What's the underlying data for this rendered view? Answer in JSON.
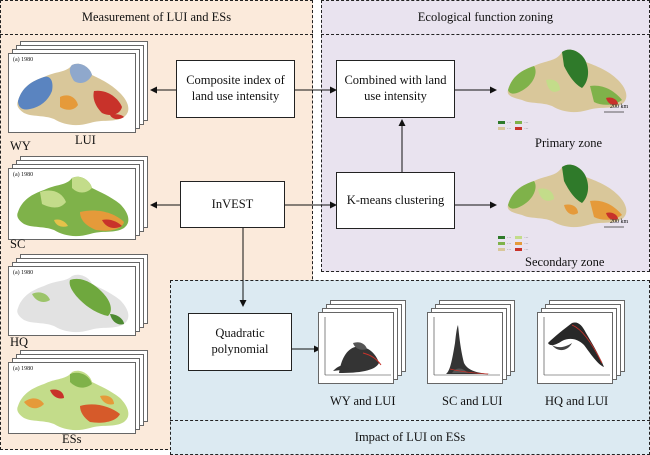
{
  "panels": {
    "left_title": "Measurement of LUI and ESs",
    "right_title": "Ecological function zoning",
    "bottom_title": "Impact of LUI on ESs"
  },
  "boxes": {
    "composite": "Composite index of land use intensity",
    "invest": "InVEST",
    "combined": "Combined with land use intensity",
    "kmeans": "K-means clustering",
    "quadratic": "Quadratic polynomial"
  },
  "labels": {
    "lui": "LUI",
    "wy": "WY",
    "sc": "SC",
    "hq": "HQ",
    "ess": "ESs",
    "primary": "Primary zone",
    "secondary": "Secondary zone",
    "wy_lui": "WY and LUI",
    "sc_lui": "SC and LUI",
    "hq_lui": "HQ  and LUI"
  },
  "map_stacks": {
    "year_tag": "(a) 1980"
  },
  "zone_maps": {
    "primary_scale": "200 km",
    "secondary_scale": "200 km"
  },
  "colors": {
    "left_bg": "#fbeadb",
    "right_bg": "#e9e3ef",
    "bottom_bg": "#dceaf2",
    "dark_green": "#2f7a2a",
    "mid_green": "#7fb24a",
    "light_green": "#c3dc8a",
    "tan": "#d9c79a",
    "orange": "#e59a3a",
    "red": "#c8322a",
    "blue": "#5a84c0"
  }
}
